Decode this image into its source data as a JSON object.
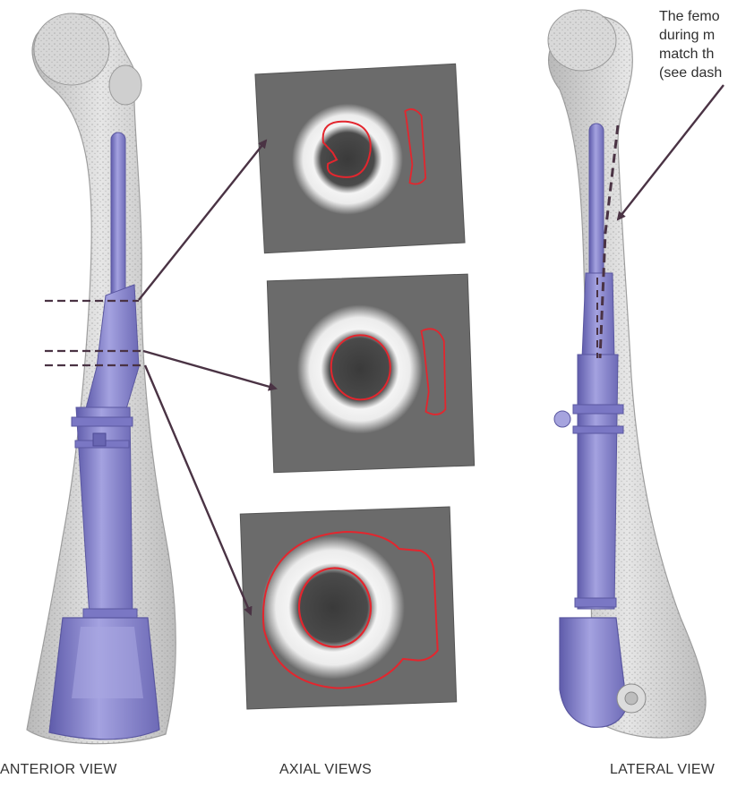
{
  "captions": {
    "anterior": "ANTERIOR VIEW",
    "axial": "AXIAL VIEWS",
    "lateral": "LATERAL VIEW"
  },
  "annotation": {
    "lines": [
      "The femo",
      "during m",
      "match th",
      "(see dash"
    ]
  },
  "colors": {
    "bone": "#c9c9c9",
    "implant": "#8b89cf",
    "implant_shadow": "#6c69b3",
    "ct_background": "#6b6b6b",
    "contour": "#e3262e",
    "arrow": "#4a3344",
    "guide_dash": "#4a3344"
  },
  "axial_views": [
    {
      "name": "axial-view-1",
      "ring": "bone-ring",
      "contours": [
        "inner-canal-contour",
        "implant-fin-contour"
      ]
    },
    {
      "name": "axial-view-2",
      "ring": "bone-ring",
      "contours": [
        "inner-canal-contour",
        "implant-fin-contour"
      ]
    },
    {
      "name": "axial-view-3",
      "ring": "bone-ring",
      "contours": [
        "inner-canal-contour",
        "outer-implant-contour"
      ]
    }
  ]
}
